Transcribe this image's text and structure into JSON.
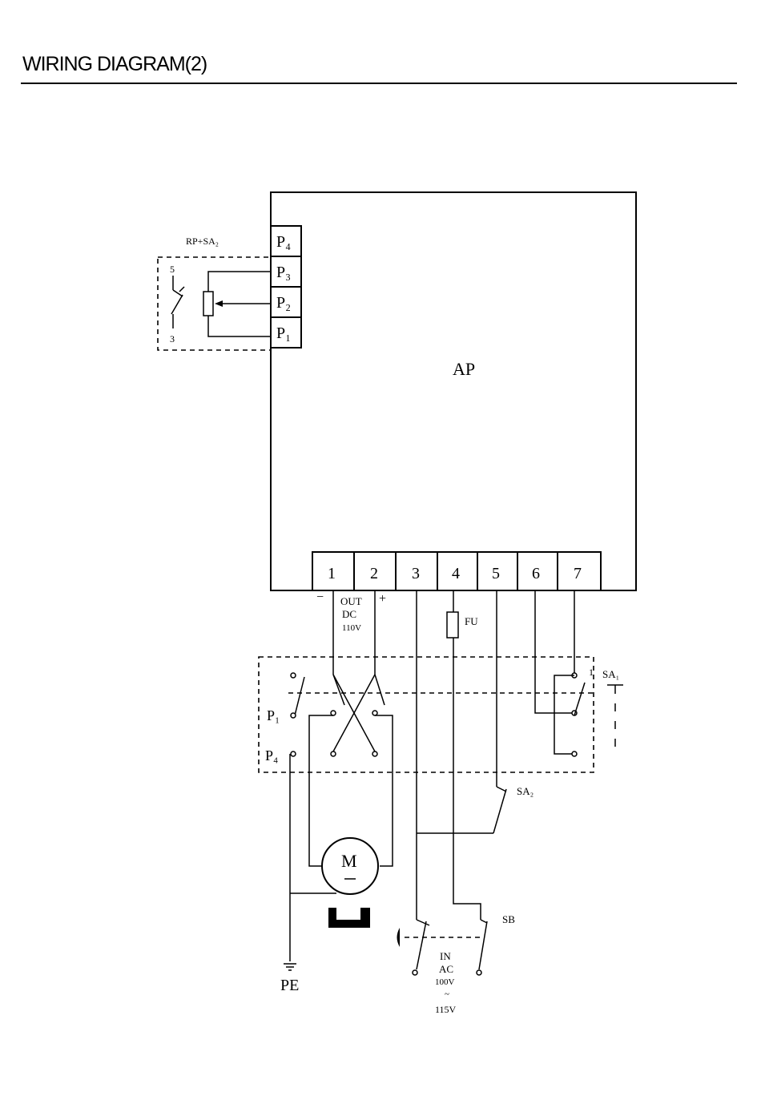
{
  "header": {
    "title": "WIRING DIAGRAM(2)"
  },
  "controller": {
    "label": "AP"
  },
  "pot_group": {
    "label": "RP+SA₂",
    "switch_top": "5",
    "switch_bottom": "3"
  },
  "terminals_left": [
    "P₄",
    "P₃",
    "P₂",
    "P₁"
  ],
  "terminals_bottom": [
    "1",
    "2",
    "3",
    "4",
    "5",
    "6",
    "7"
  ],
  "output": {
    "minus": "−",
    "plus": "+",
    "line1": "OUT",
    "line2": "DC",
    "line3": "110V"
  },
  "fuse": {
    "label": "FU"
  },
  "reverser": {
    "p1": "P₁",
    "p4": "P₄",
    "contact_num": "1"
  },
  "sa1": {
    "label": "SA₁"
  },
  "sa2": {
    "label": "SA₂"
  },
  "motor": {
    "label": "M"
  },
  "ground": {
    "label": "PE"
  },
  "switch_sb": {
    "label": "SB"
  },
  "input": {
    "line1": "IN",
    "line2": "AC",
    "line3": "100V",
    "line4": "~",
    "line5": "115V"
  }
}
